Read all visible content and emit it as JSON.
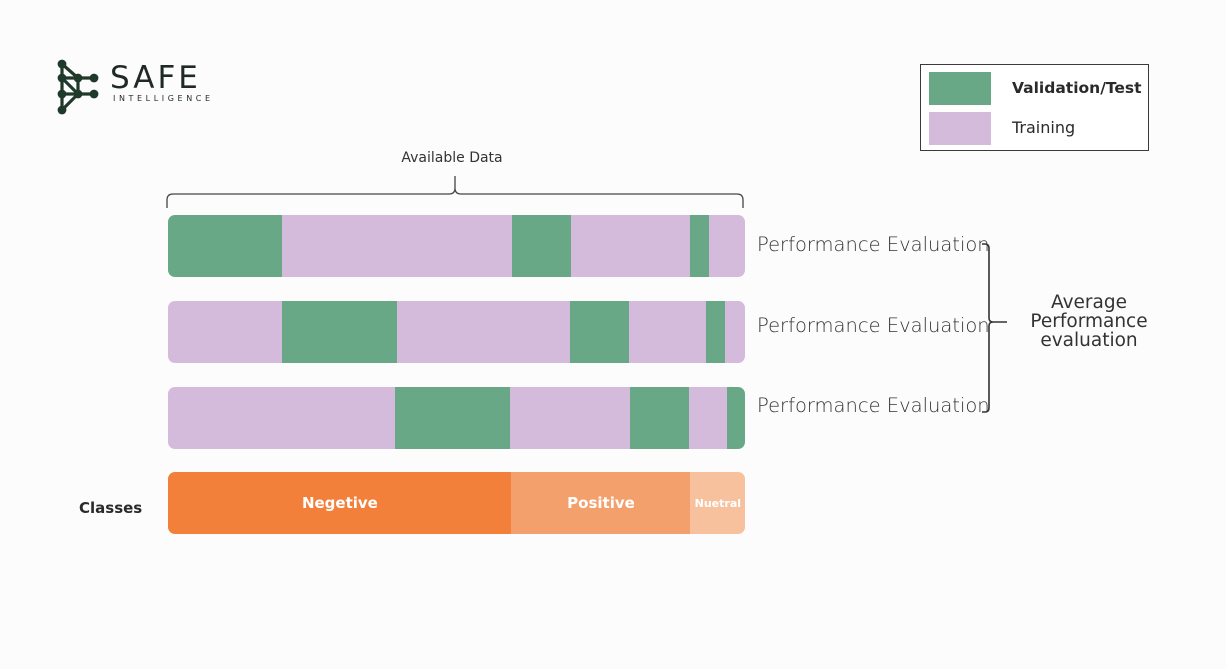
{
  "logo": {
    "word": "SAFE",
    "subtitle": "INTELLIGENCE",
    "icon": "network-nodes-icon",
    "color": "#1f3a2a"
  },
  "legend": {
    "items": [
      {
        "label": "Validation/Test",
        "color": "#68a887",
        "bold": true
      },
      {
        "label": "Training",
        "color": "#d4bbdc",
        "bold": false
      }
    ]
  },
  "available_data_label": "Available Data",
  "folds": [
    {
      "performance_label": "Performance Evaluation",
      "segments": [
        {
          "kind": "validation",
          "fraction": 0.198
        },
        {
          "kind": "training",
          "fraction": 0.399
        },
        {
          "kind": "validation",
          "fraction": 0.102
        },
        {
          "kind": "training",
          "fraction": 0.206
        },
        {
          "kind": "validation",
          "fraction": 0.032
        },
        {
          "kind": "training",
          "fraction": 0.063
        }
      ]
    },
    {
      "performance_label": "Performance Evaluation",
      "segments": [
        {
          "kind": "training",
          "fraction": 0.198
        },
        {
          "kind": "validation",
          "fraction": 0.199
        },
        {
          "kind": "training",
          "fraction": 0.3
        },
        {
          "kind": "validation",
          "fraction": 0.102
        },
        {
          "kind": "training",
          "fraction": 0.134
        },
        {
          "kind": "validation",
          "fraction": 0.032
        },
        {
          "kind": "training",
          "fraction": 0.035
        }
      ]
    },
    {
      "performance_label": "Performance Evaluation",
      "segments": [
        {
          "kind": "training",
          "fraction": 0.394
        },
        {
          "kind": "validation",
          "fraction": 0.199
        },
        {
          "kind": "training",
          "fraction": 0.208
        },
        {
          "kind": "validation",
          "fraction": 0.102
        },
        {
          "kind": "training",
          "fraction": 0.065
        },
        {
          "kind": "validation",
          "fraction": 0.032
        }
      ]
    }
  ],
  "colors": {
    "validation": "#68a887",
    "training": "#d4bbdc"
  },
  "average_label": "Average Performance evaluation",
  "classes": {
    "label": "Classes",
    "segments": [
      {
        "label": "Negetive",
        "fraction": 0.595,
        "color": "#f2803a"
      },
      {
        "label": "Positive",
        "fraction": 0.31,
        "color": "#f4a06c"
      },
      {
        "label": "Nuetral",
        "fraction": 0.095,
        "color": "#f8c19e"
      }
    ]
  }
}
